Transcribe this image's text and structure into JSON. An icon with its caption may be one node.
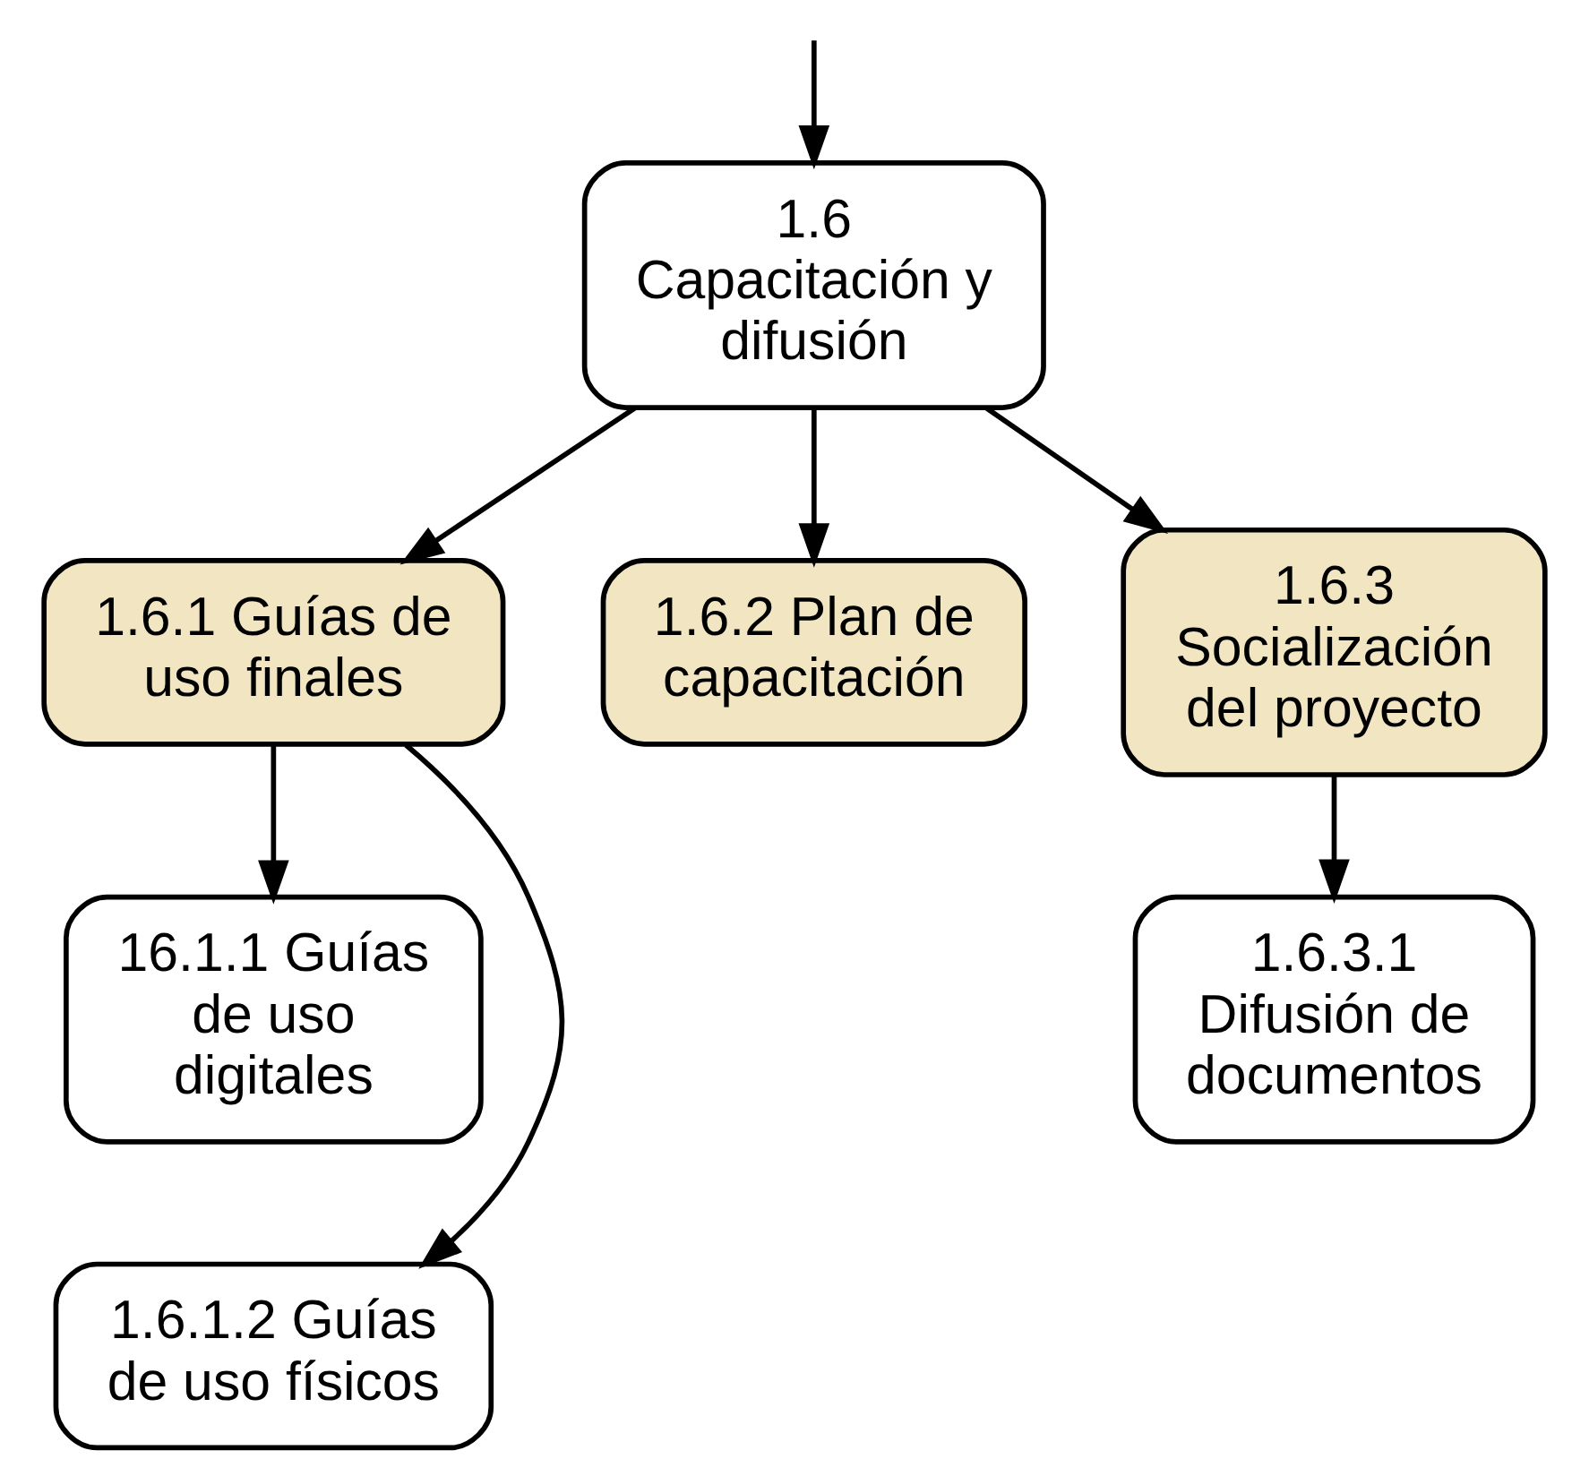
{
  "diagram": {
    "nodes": [
      {
        "text": [
          "1.6 Capacitación y difusión"
        ]
      },
      {
        "text": [
          "1.6.1 Guías de uso finales"
        ]
      },
      {
        "text": [
          "1.6.2 Plan de capacitación"
        ]
      },
      {
        "text": [
          "1.6.3 Socialización del proyecto"
        ]
      },
      {
        "text": [
          "16.1.1 Guías de uso digitales"
        ]
      },
      {
        "text": [
          "1.6.1.2 Guías de uso físicos"
        ]
      },
      {
        "text": [
          "1.6.3.1 Difusión de documentos"
        ]
      }
    ],
    "edges": [
      {
        "from": null,
        "to": 0,
        "arrow": "to"
      },
      {
        "from": 0,
        "to": 1,
        "arrow": "to"
      },
      {
        "from": 0,
        "to": 2,
        "arrow": "to"
      },
      {
        "from": 0,
        "to": 3,
        "arrow": "to"
      },
      {
        "from": 1,
        "to": 4,
        "arrow": "to"
      },
      {
        "from": 1,
        "to": 5,
        "arrow": "to"
      },
      {
        "from": 3,
        "to": 6,
        "arrow": "to"
      }
    ]
  }
}
